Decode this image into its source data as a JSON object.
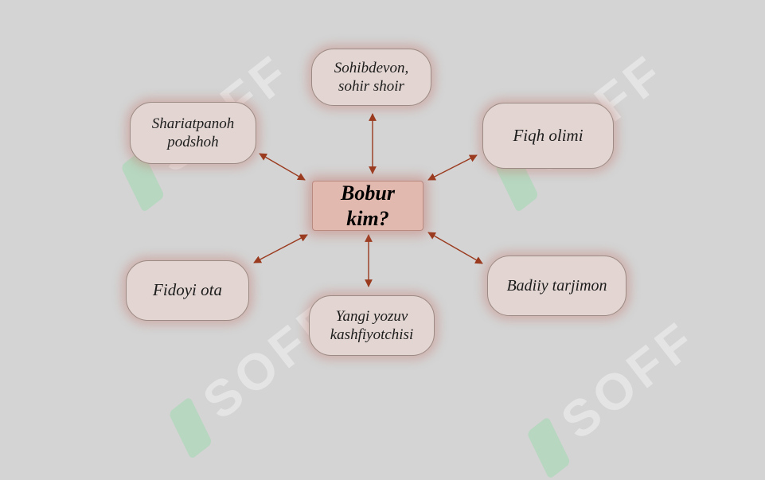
{
  "diagram": {
    "center": "Bobur\nkim?",
    "nodes": {
      "top": "Sohibdevon,\nsohir shoir",
      "top_left": "Shariatpanoh\npodshoh",
      "top_right": "Fiqh olimi",
      "middle_left": "Fidoyi ota",
      "bottom": "Yangi yozuv\nkashfiyotchisi",
      "bottom_right": "Badiiy tarjimon"
    },
    "arrow_color": "#9a3a1e"
  },
  "watermark": {
    "text": "SOFF",
    "color": "#ffffff",
    "mark_color": "#78dc96"
  }
}
